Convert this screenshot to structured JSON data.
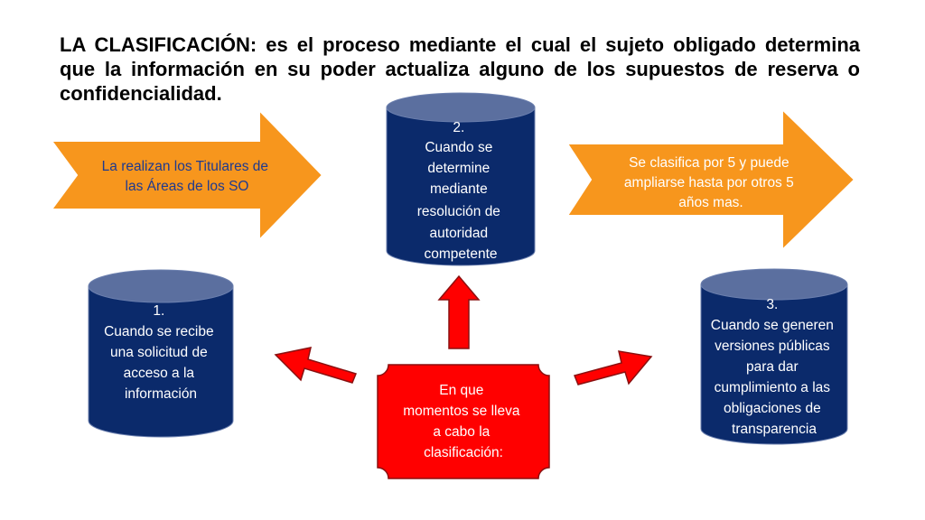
{
  "title": "LA CLASIFICACIÓN: es el proceso mediante el cual el sujeto obligado determina que la información en su poder actualiza alguno de los supuestos de reserva o confidencialidad.",
  "colors": {
    "cylinder_fill": "#0b2a6b",
    "cylinder_top": "#5b6f9f",
    "arrow_orange": "#f7961d",
    "arrow_red": "#ff0000",
    "arrow_stroke": "#8a1010",
    "orange_text": "#1f3a8f",
    "white_text": "#ffffff"
  },
  "left_arrow": {
    "lines": [
      "La realizan los Titulares de",
      "las Áreas de los SO"
    ]
  },
  "right_arrow": {
    "lines": [
      "Se clasifica por 5 y puede",
      "ampliarse hasta por otros 5",
      "años mas."
    ]
  },
  "cylinder_1": {
    "lines": [
      "1.",
      "Cuando se recibe",
      "una solicitud de",
      "acceso a la",
      "información"
    ]
  },
  "cylinder_2": {
    "lines": [
      "2.",
      "Cuando se",
      "determine",
      "mediante",
      "resolución de",
      "autoridad",
      "competente"
    ]
  },
  "cylinder_3": {
    "lines": [
      "3.",
      "Cuando se generen",
      "versiones públicas",
      "para dar",
      "cumplimiento a las",
      "obligaciones de",
      "transparencia"
    ]
  },
  "center_box": {
    "lines": [
      "En que",
      "momentos se lleva",
      "a cabo la",
      "clasificación:"
    ]
  }
}
